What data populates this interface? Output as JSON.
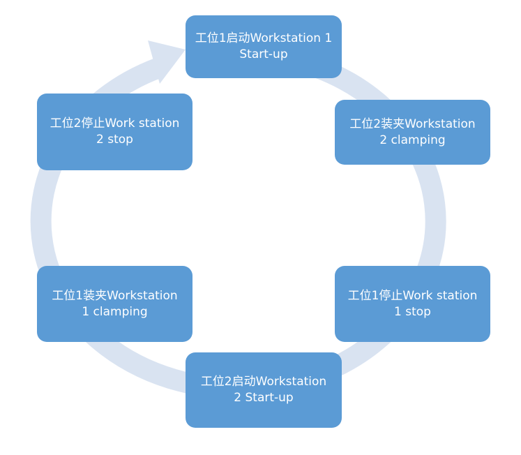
{
  "diagram": {
    "nodes": [
      {
        "line1": "工位1启动Workstation 1",
        "line2": "Start-up"
      },
      {
        "line1": "工位2装夹Workstation",
        "line2": "2 clamping"
      },
      {
        "line1": "工位1停止Work station",
        "line2": "1 stop"
      },
      {
        "line1": "工位2启动Workstation",
        "line2": "2 Start-up"
      },
      {
        "line1": "工位1装夹Workstation",
        "line2": "1 clamping"
      },
      {
        "line1": "工位2停止Work station",
        "line2": "2 stop"
      }
    ],
    "colors": {
      "node_fill": "#5b9bd5",
      "node_text": "#ffffff",
      "cycle_arrow": "#d9e3f1"
    }
  }
}
